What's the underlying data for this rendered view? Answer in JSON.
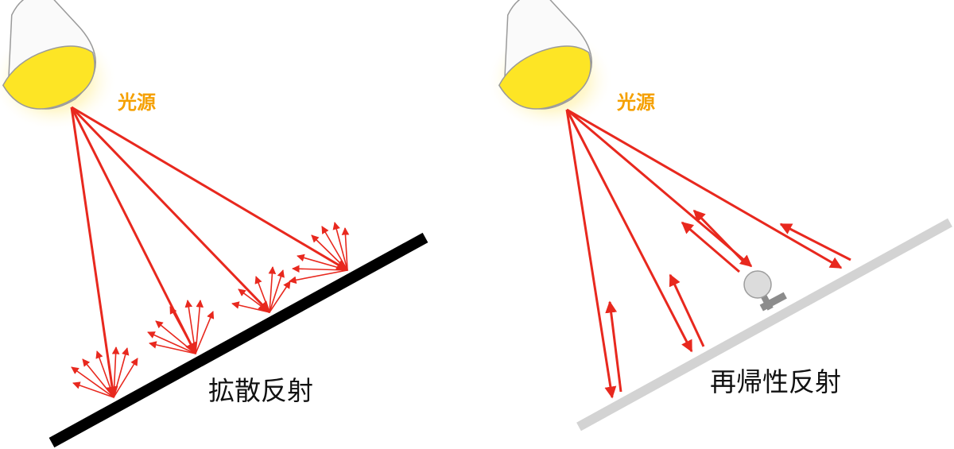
{
  "colors": {
    "ray": "#e8281e",
    "light_label": "#f5a000",
    "bulb_glow": "#ffe35c",
    "diffuse_surface": "#000000",
    "retro_surface": "#d3d3d3",
    "retroreflector": "#8c8c8c"
  },
  "panels": [
    {
      "id": "diffuse",
      "light_label": "光源",
      "caption": "拡散反射",
      "icons": [
        "light-bulb-icon"
      ]
    },
    {
      "id": "retro",
      "light_label": "光源",
      "caption": "再帰性反射",
      "icons": [
        "light-bulb-icon",
        "retroreflector-icon"
      ]
    }
  ]
}
